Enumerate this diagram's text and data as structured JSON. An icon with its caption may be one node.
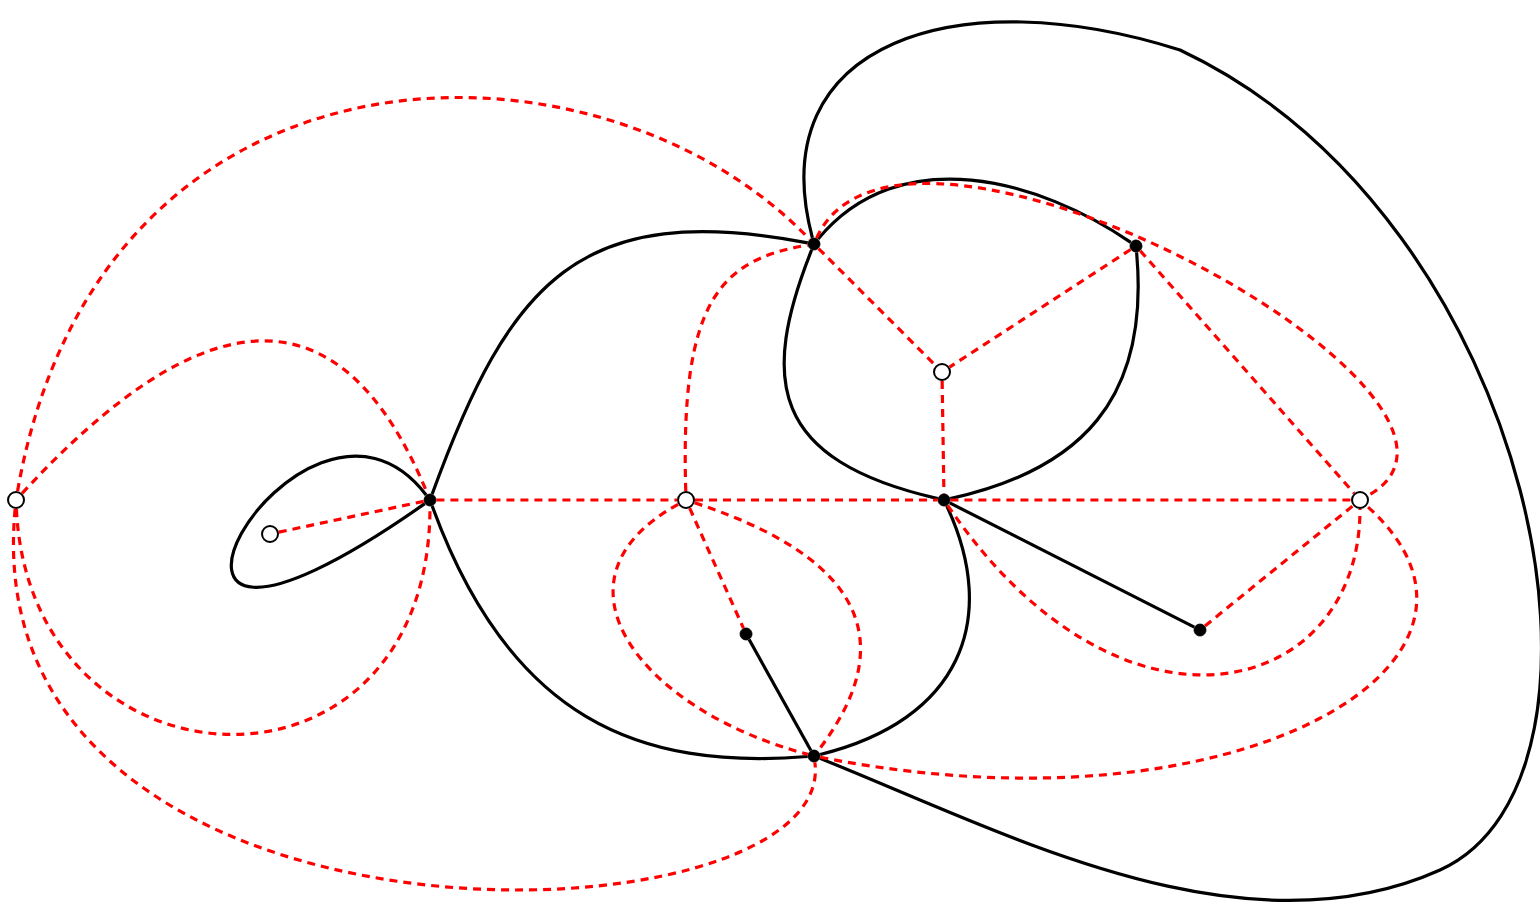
{
  "diagram": {
    "nodes": [
      {
        "text": [],
        "shape": "circle"
      },
      {
        "text": [],
        "shape": "circle"
      },
      {
        "text": [],
        "shape": "dot"
      },
      {
        "text": [],
        "shape": "circle"
      },
      {
        "text": [],
        "shape": "dot"
      },
      {
        "text": [],
        "shape": "circle"
      },
      {
        "text": [],
        "shape": "dot"
      },
      {
        "text": [],
        "shape": "dot"
      },
      {
        "text": [],
        "shape": "dot"
      },
      {
        "text": [],
        "shape": "dot"
      },
      {
        "text": [],
        "shape": "dot"
      },
      {
        "text": [],
        "shape": "circle"
      }
    ],
    "edges": [
      {
        "from": 2,
        "to": 2,
        "arrow": "none",
        "color": "#000000"
      },
      {
        "from": 2,
        "to": 4,
        "arrow": "none",
        "color": "#000000"
      },
      {
        "from": 2,
        "to": 10,
        "arrow": "none",
        "color": "#000000"
      },
      {
        "from": 4,
        "to": 6,
        "arrow": "none",
        "color": "#000000"
      },
      {
        "from": 4,
        "to": 7,
        "arrow": "none",
        "color": "#000000"
      },
      {
        "from": 6,
        "to": 7,
        "arrow": "none",
        "color": "#000000"
      },
      {
        "from": 4,
        "to": 10,
        "arrow": "none",
        "color": "#000000"
      },
      {
        "from": 7,
        "to": 10,
        "arrow": "none",
        "color": "#000000"
      },
      {
        "from": 7,
        "to": 9,
        "arrow": "none",
        "color": "#000000"
      },
      {
        "from": 8,
        "to": 10,
        "arrow": "none",
        "color": "#000000"
      },
      {
        "from": 0,
        "to": 4,
        "arrow": "none",
        "style": "dashed",
        "color": "#ff0000"
      },
      {
        "from": 0,
        "to": 2,
        "arrow": "none",
        "style": "dashed",
        "color": "#ff0000"
      },
      {
        "from": 0,
        "to": 2,
        "arrow": "none",
        "style": "dashed",
        "color": "#ff0000"
      },
      {
        "from": 0,
        "to": 10,
        "arrow": "none",
        "style": "dashed",
        "color": "#ff0000"
      },
      {
        "from": 1,
        "to": 2,
        "arrow": "none",
        "style": "dashed",
        "color": "#ff0000"
      },
      {
        "from": 2,
        "to": 3,
        "arrow": "none",
        "style": "dashed",
        "color": "#ff0000"
      },
      {
        "from": 3,
        "to": 4,
        "arrow": "none",
        "style": "dashed",
        "color": "#ff0000"
      },
      {
        "from": 3,
        "to": 7,
        "arrow": "none",
        "style": "dashed",
        "color": "#ff0000"
      },
      {
        "from": 3,
        "to": 8,
        "arrow": "none",
        "style": "dashed",
        "color": "#ff0000"
      },
      {
        "from": 3,
        "to": 10,
        "arrow": "none",
        "style": "dashed",
        "color": "#ff0000"
      },
      {
        "from": 3,
        "to": 10,
        "arrow": "none",
        "style": "dashed",
        "color": "#ff0000"
      },
      {
        "from": 4,
        "to": 5,
        "arrow": "none",
        "style": "dashed",
        "color": "#ff0000"
      },
      {
        "from": 6,
        "to": 5,
        "arrow": "none",
        "style": "dashed",
        "color": "#ff0000"
      },
      {
        "from": 5,
        "to": 7,
        "arrow": "none",
        "style": "dashed",
        "color": "#ff0000"
      },
      {
        "from": 4,
        "to": 11,
        "arrow": "none",
        "style": "dashed",
        "color": "#ff0000"
      },
      {
        "from": 6,
        "to": 11,
        "arrow": "none",
        "style": "dashed",
        "color": "#ff0000"
      },
      {
        "from": 7,
        "to": 11,
        "arrow": "none",
        "style": "dashed",
        "color": "#ff0000"
      },
      {
        "from": 9,
        "to": 11,
        "arrow": "none",
        "style": "dashed",
        "color": "#ff0000"
      },
      {
        "from": 7,
        "to": 11,
        "arrow": "none",
        "style": "dashed",
        "color": "#ff0000"
      },
      {
        "from": 10,
        "to": 11,
        "arrow": "none",
        "style": "dashed",
        "color": "#ff0000"
      }
    ]
  }
}
